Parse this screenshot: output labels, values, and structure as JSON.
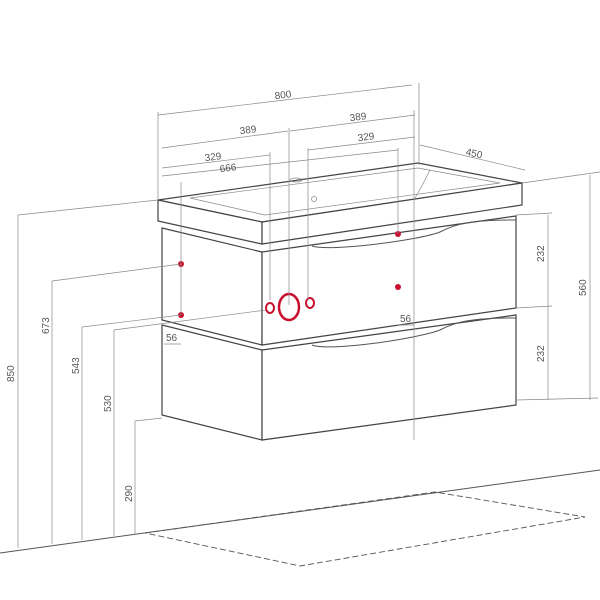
{
  "drawing": {
    "accent_color": "#c8102e",
    "dimensions": {
      "total_width": "800",
      "half_width_left": "389",
      "half_width_right": "389",
      "inner_left": "329",
      "inner_right": "329",
      "basin_width": "666",
      "depth": "450",
      "upper_drawer_height": "232",
      "lower_drawer_height": "232",
      "cabinet_height": "560",
      "total_height": "850",
      "upper_point_height": "673",
      "lower_point_height": "543",
      "pipe_height": "530",
      "bottom_clearance": "290",
      "offset_left": "56",
      "offset_right": "56"
    }
  }
}
